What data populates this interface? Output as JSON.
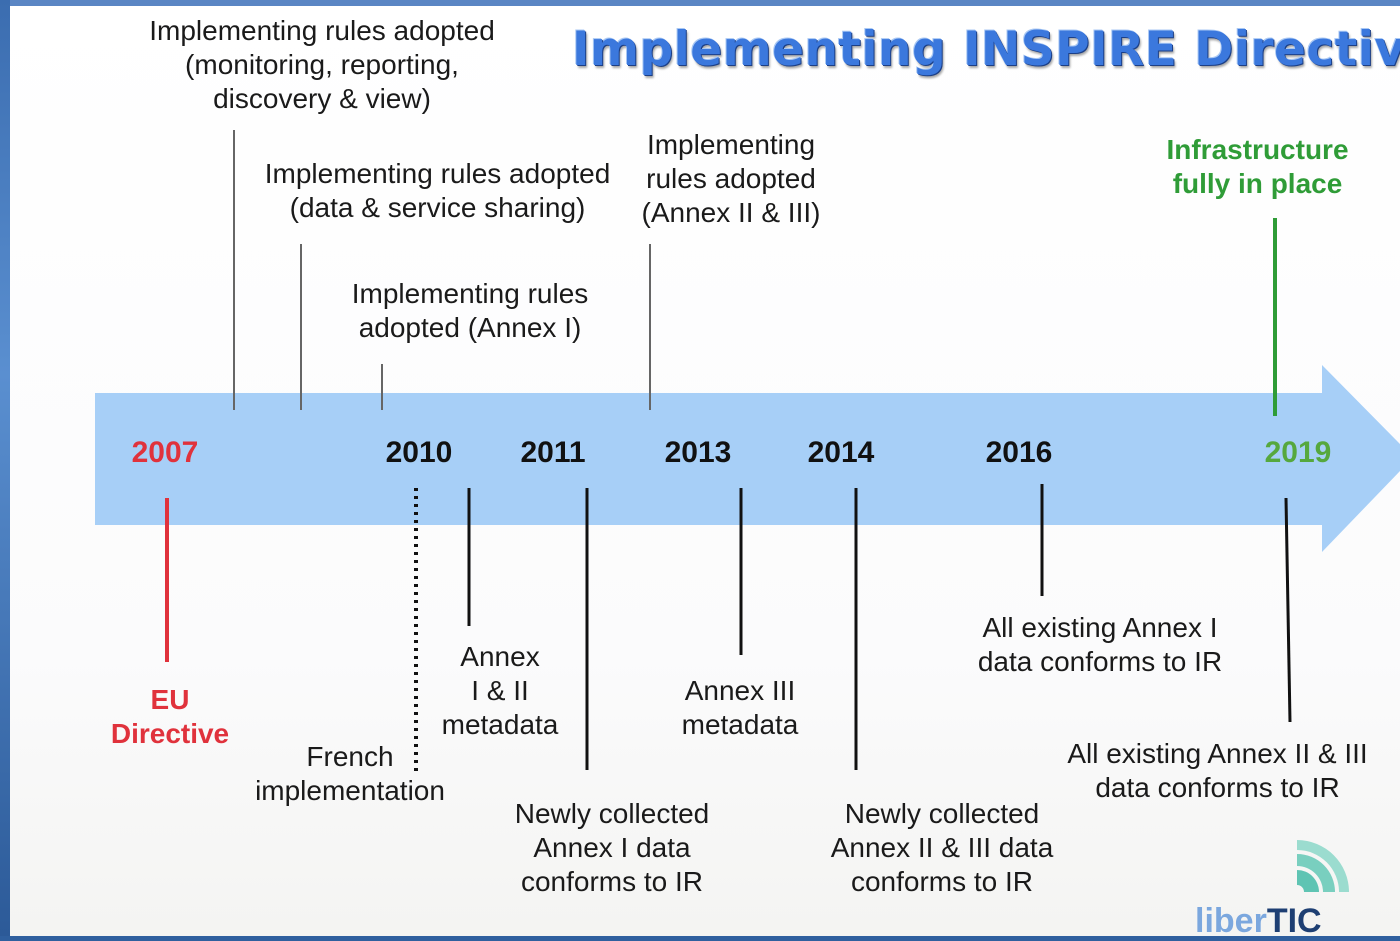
{
  "title": "Implementing INSPIRE Directive",
  "years": [
    "2007",
    "2010",
    "2011",
    "2013",
    "2014",
    "2016",
    "2019"
  ],
  "milestones_above": [
    "Implementing rules adopted\n(monitoring, reporting,\ndiscovery & view)",
    "Implementing rules adopted\n(data & service sharing)",
    "Implementing rules\nadopted (Annex I)",
    "Implementing\nrules adopted\n(Annex II & III)",
    "Infrastructure\nfully in place"
  ],
  "milestones_below": [
    "EU\nDirective",
    "French\nimplementation",
    "Annex\nI & II\nmetadata",
    "Newly collected\nAnnex I data\nconforms to IR",
    "Annex III\nmetadata",
    "Newly collected\nAnnex II & III data\nconforms to IR",
    "All existing Annex I\ndata conforms to IR",
    "All existing Annex II & III\ndata conforms to IR"
  ],
  "logo": {
    "part1": "liber",
    "part2": "TIC"
  },
  "colors": {
    "arrow": "#a7cff7",
    "eu_directive": "#e0323c",
    "infrastructure": "#2f9c37",
    "year_2019": "#56a83e",
    "title": "#3b78dd"
  }
}
